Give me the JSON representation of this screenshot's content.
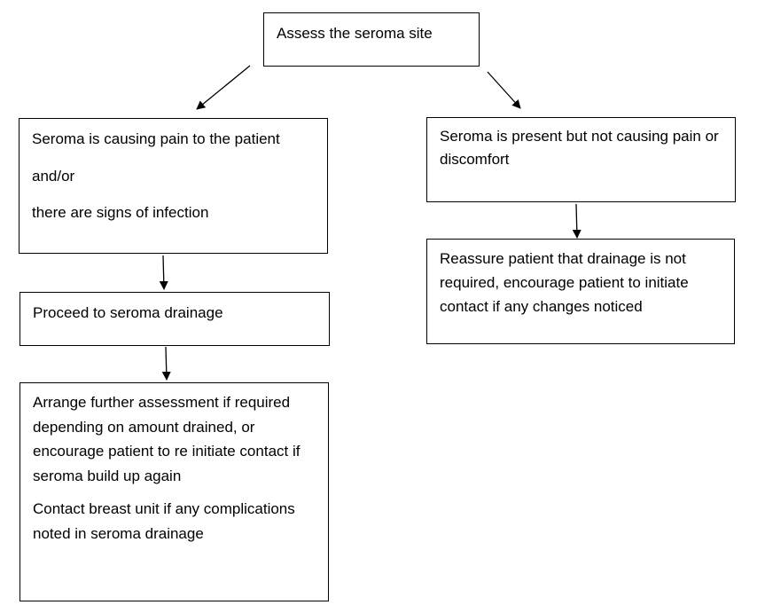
{
  "nodes": {
    "assess": {
      "text": "Assess the seroma site"
    },
    "pain": {
      "line1": "Seroma is causing pain to the patient",
      "line2": "and/or",
      "line3": "there are signs of infection"
    },
    "no_pain": {
      "text": "Seroma is present but not causing pain or discomfort"
    },
    "drainage": {
      "text": "Proceed to seroma drainage"
    },
    "reassure": {
      "text": "Reassure patient that drainage is not required, encourage patient to initiate contact if any changes noticed"
    },
    "further": {
      "para1": "Arrange further assessment if required depending on amount drained, or encourage patient to re initiate contact if seroma build up again",
      "para2": "Contact breast unit if any complications noted in seroma drainage"
    }
  },
  "colors": {
    "line": "#000000",
    "box_border": "#000000",
    "background": "#ffffff"
  }
}
